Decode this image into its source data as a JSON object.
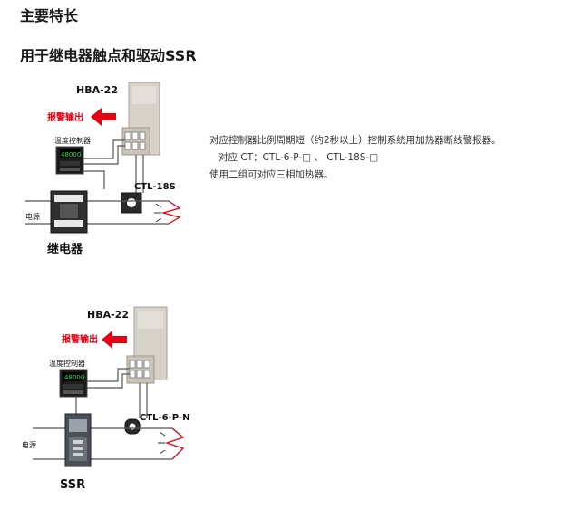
{
  "headings": {
    "main": "主要特长",
    "sub": "用于继电器触点和驱动SSR"
  },
  "diagram1": {
    "unit_label": "HBA-22",
    "alarm_label": "报警输出",
    "controller_label": "温度控制器",
    "controller_display": "48000",
    "ct_label": "CTL-18S",
    "power_label": "电源",
    "device_label": "继电器"
  },
  "diagram2": {
    "unit_label": "HBA-22",
    "alarm_label": "报警输出",
    "controller_label": "温度控制器",
    "controller_display": "48000",
    "ct_label": "CTL-6-P-N",
    "power_label": "电源",
    "device_label": "SSR"
  },
  "description": {
    "line1": "对应控制器比例周期短（约2秒以上）控制系统用加热器断线警报器。",
    "line2": "对应 CT：CTL-6-P-□ 、 CTL-18S-□",
    "line3": "使用二组可对应三相加热器。"
  },
  "colors": {
    "alarm_red": "#e60012",
    "unit_gray": "#cfcac2",
    "wire": "#555555"
  }
}
